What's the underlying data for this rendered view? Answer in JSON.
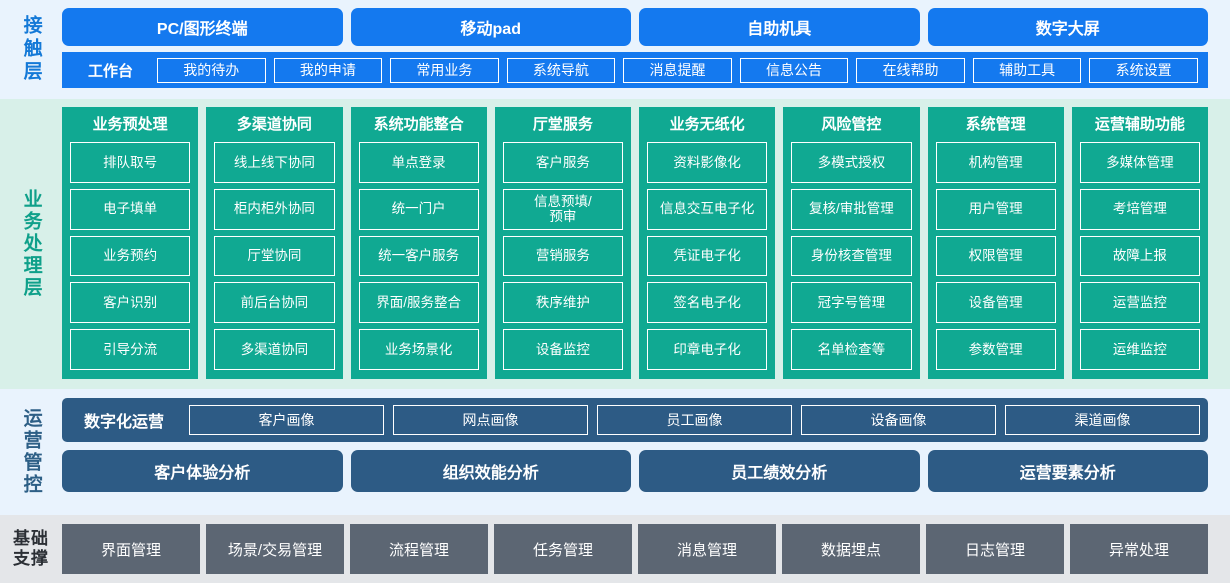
{
  "layers": {
    "contact": {
      "label": "接触层",
      "channels": [
        "PC/图形终端",
        "移动pad",
        "自助机具",
        "数字大屏"
      ],
      "workbench_label": "工作台",
      "items": [
        "我的待办",
        "我的申请",
        "常用业务",
        "系统导航",
        "消息提醒",
        "信息公告",
        "在线帮助",
        "辅助工具",
        "系统设置"
      ],
      "accent": "#1479ef",
      "background": "#e9f3fd"
    },
    "business": {
      "label": "业务处理层",
      "accent": "#10a992",
      "background": "#d8f0e9",
      "columns": [
        {
          "title": "业务预处理",
          "items": [
            "排队取号",
            "电子填单",
            "业务预约",
            "客户识别",
            "引导分流"
          ]
        },
        {
          "title": "多渠道协同",
          "items": [
            "线上线下协同",
            "柜内柜外协同",
            "厅堂协同",
            "前后台协同",
            "多渠道协同"
          ]
        },
        {
          "title": "系统功能整合",
          "items": [
            "单点登录",
            "统一门户",
            "统一客户服务",
            "界面/服务整合",
            "业务场景化"
          ]
        },
        {
          "title": "厅堂服务",
          "items": [
            "客户服务",
            "信息预填/\n预审",
            "营销服务",
            "秩序维护",
            "设备监控"
          ]
        },
        {
          "title": "业务无纸化",
          "items": [
            "资料影像化",
            "信息交互电子化",
            "凭证电子化",
            "签名电子化",
            "印章电子化"
          ]
        },
        {
          "title": "风险管控",
          "items": [
            "多模式授权",
            "复核/审批管理",
            "身份核查管理",
            "冠字号管理",
            "名单检查等"
          ]
        },
        {
          "title": "系统管理",
          "items": [
            "机构管理",
            "用户管理",
            "权限管理",
            "设备管理",
            "参数管理"
          ]
        },
        {
          "title": "运营辅助功能",
          "items": [
            "多媒体管理",
            "考培管理",
            "故障上报",
            "运营监控",
            "运维监控"
          ]
        }
      ]
    },
    "operations": {
      "label": "运营管控",
      "accent": "#2d5b85",
      "background": "#e9f3fd",
      "digital_label": "数字化运营",
      "portraits": [
        "客户画像",
        "网点画像",
        "员工画像",
        "设备画像",
        "渠道画像"
      ],
      "analyses": [
        "客户体验分析",
        "组织效能分析",
        "员工绩效分析",
        "运营要素分析"
      ]
    },
    "foundation": {
      "label": "基础支撑",
      "label_line1": "基础",
      "label_line2": "支撑",
      "accent": "#5c6673",
      "background": "#e4e6e9",
      "items": [
        "界面管理",
        "场景/交易管理",
        "流程管理",
        "任务管理",
        "消息管理",
        "数据埋点",
        "日志管理",
        "异常处理"
      ]
    }
  }
}
